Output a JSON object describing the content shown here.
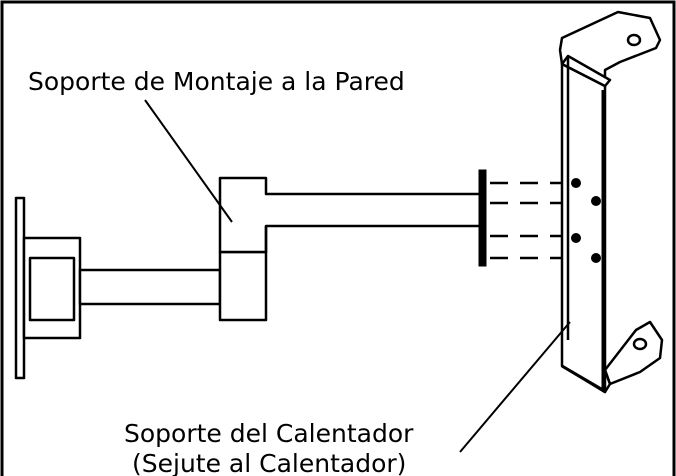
{
  "labels": {
    "wall_bracket": "Soporte de Montaje a la Pared",
    "heater_bracket_line1": "Soporte del Calentador",
    "heater_bracket_line2": "(Sejute al Calentador)"
  },
  "colors": {
    "ink": "#000000",
    "paper": "#ffffff"
  }
}
